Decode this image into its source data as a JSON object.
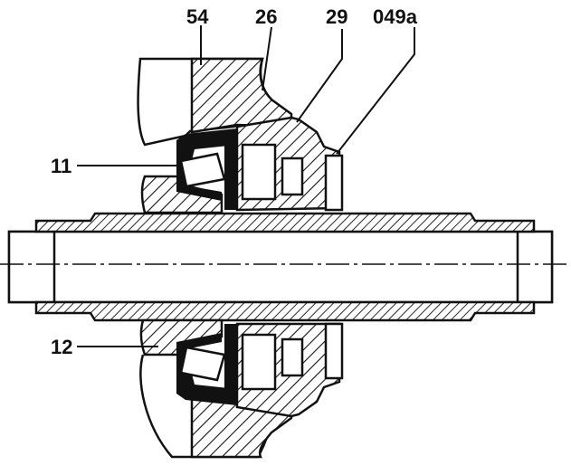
{
  "callouts": {
    "label_54": "54",
    "label_26": "26",
    "label_29": "29",
    "label_049a": "049a",
    "label_11": "11",
    "label_12": "12"
  },
  "colors": {
    "ink": "#111111",
    "paper": "#ffffff"
  }
}
